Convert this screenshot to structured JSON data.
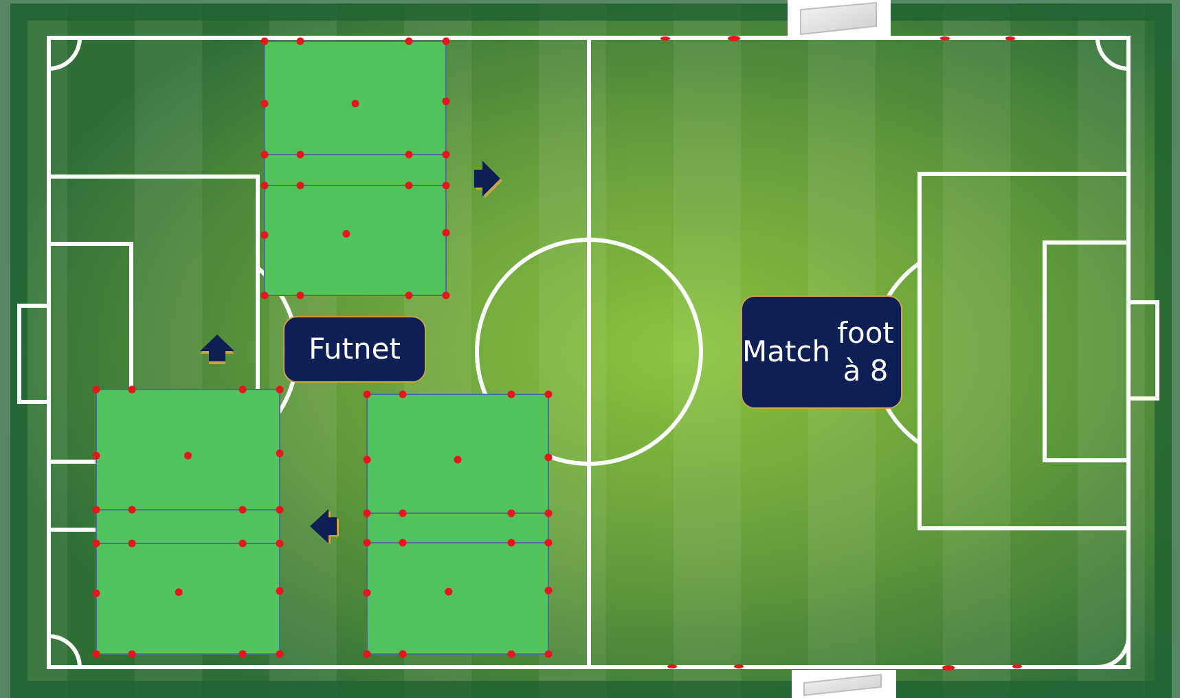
{
  "labels": {
    "futnet": "Futnet",
    "match_line1": "Match",
    "match_line2": "foot à 8"
  },
  "colors": {
    "pitch_dark": "#2b6a38",
    "pitch_mid": "#5f9a3b",
    "pitch_light": "#8cc43f",
    "futnet_court": "#50c35d",
    "court_border": "#4a6f96",
    "marker_dot": "#e8161c",
    "label_fill": "#0d1f55",
    "label_border": "#c9a24a",
    "arrow_fill": "#0d1f55",
    "arrow_shadow": "#c9a24a"
  },
  "diagram": {
    "futnet_court_count": 3,
    "arrows": [
      "right",
      "up",
      "left"
    ]
  }
}
